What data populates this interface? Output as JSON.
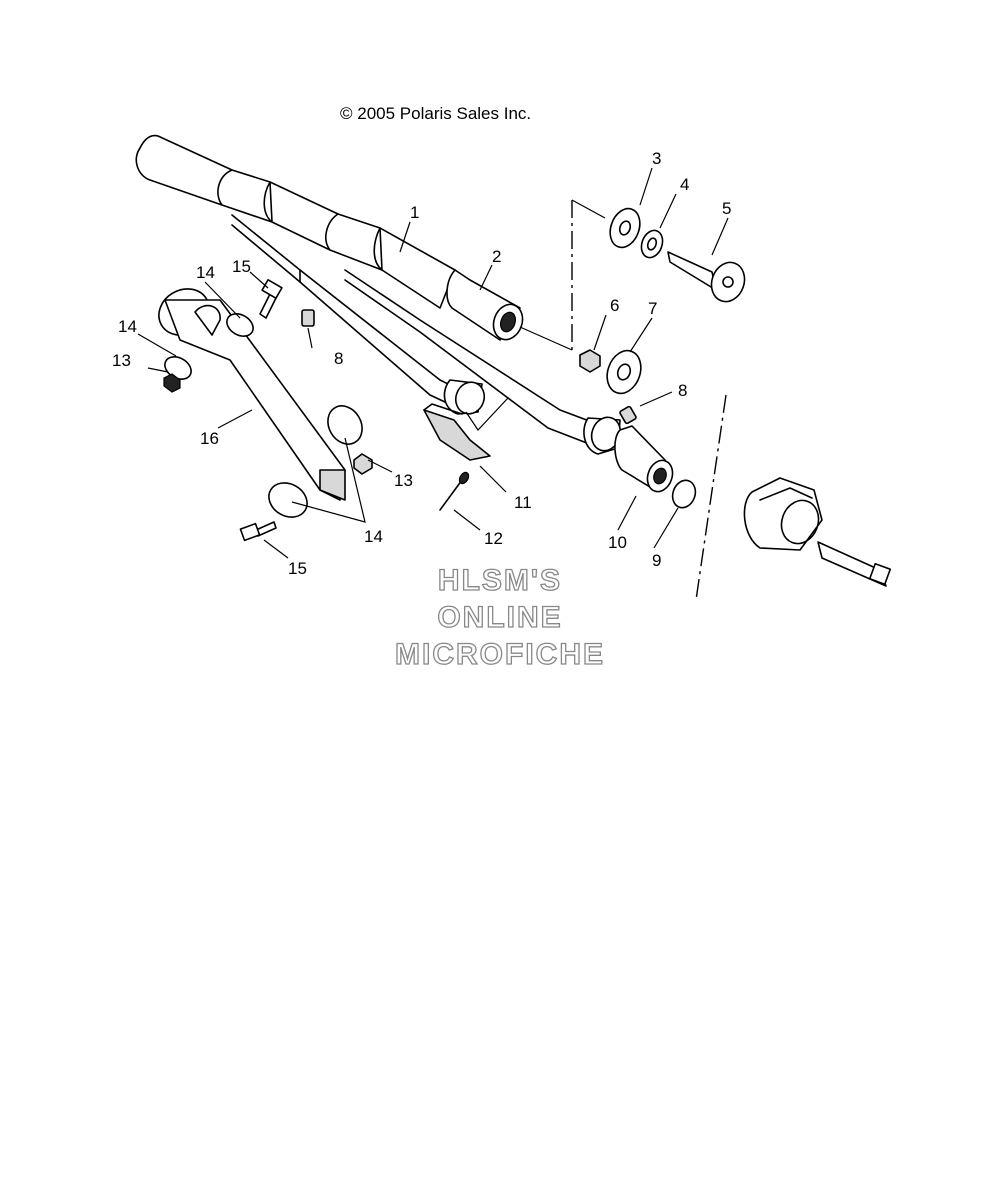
{
  "copyright": "© 2005 Polaris Sales Inc.",
  "callouts": [
    {
      "label": "1"
    },
    {
      "label": "2"
    },
    {
      "label": "3"
    },
    {
      "label": "4"
    },
    {
      "label": "5"
    },
    {
      "label": "6"
    },
    {
      "label": "7"
    },
    {
      "label": "8"
    },
    {
      "label": "8"
    },
    {
      "label": "9"
    },
    {
      "label": "10"
    },
    {
      "label": "11"
    },
    {
      "label": "12"
    },
    {
      "label": "13"
    },
    {
      "label": "13"
    },
    {
      "label": "14"
    },
    {
      "label": "14"
    },
    {
      "label": "14"
    },
    {
      "label": "15"
    },
    {
      "label": "15"
    },
    {
      "label": "16"
    }
  ],
  "watermark": {
    "line1": "HLSM'S",
    "line2": "ONLINE",
    "line3": "MICROFICHE"
  }
}
